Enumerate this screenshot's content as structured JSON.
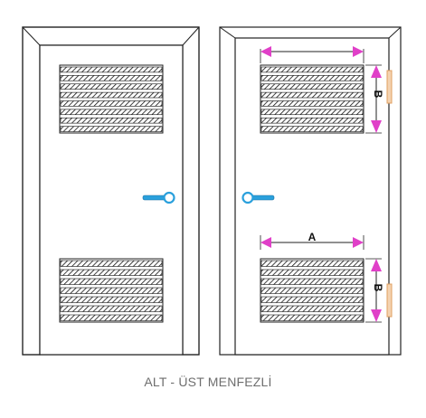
{
  "caption": "ALT - ÜST MENFEZLİ",
  "dimension_labels": {
    "width": "A",
    "height": "B"
  },
  "doors": [
    {
      "name": "left-door",
      "handle_side": "right",
      "dimensioned": false
    },
    {
      "name": "right-door",
      "handle_side": "left",
      "dimensioned": true
    }
  ],
  "colors": {
    "frame_stroke": "#222222",
    "louver_hatch": "#111111",
    "handle": "#2aa0dc",
    "dimension_arrow": "#e040c8",
    "hinge": "#e0a060",
    "caption_text": "#6e6e6e"
  }
}
